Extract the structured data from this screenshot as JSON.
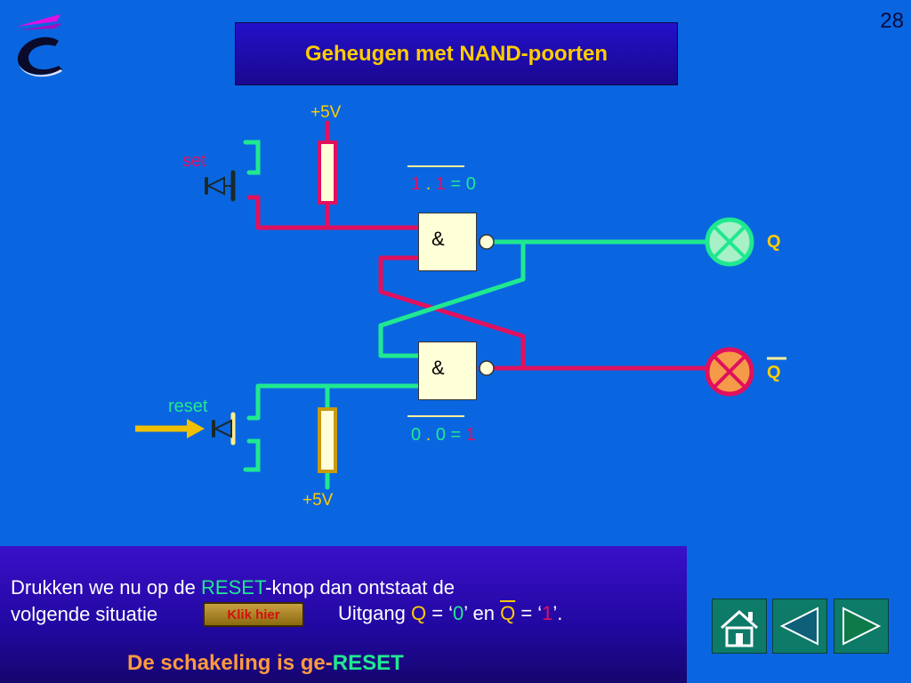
{
  "page": {
    "number": "28"
  },
  "title": "Geheugen met NAND-poorten",
  "diagram": {
    "supply_top": "+5V",
    "supply_bottom": "+5V",
    "set_label": "set",
    "reset_label": "reset",
    "gate_symbol": "&",
    "eq_top": {
      "a": "1",
      "dot": ".",
      "b": "1",
      "eq": "=",
      "result": "0"
    },
    "eq_bottom": {
      "a": "0",
      "dot": ".",
      "b": "0",
      "eq": "=",
      "result": "1"
    },
    "output_q": "Q",
    "output_qbar": "Q",
    "colors": {
      "wire_high": "#e0105e",
      "wire_low": "#20e890",
      "lamp_on": "#f59a48",
      "lamp_off": "#a8f0c8",
      "yellow_text": "#ffcc00"
    }
  },
  "bottom": {
    "line1_pre": "Drukken we nu op de ",
    "line1_reset": "RESET",
    "line1_post": "-knop dan ontstaat de",
    "line2_pre": "volgende situatie",
    "button_label": "Klik hier",
    "uitgang_label": "Uitgang ",
    "q": "Q",
    "eq1": " = ‘",
    "q_value": "0",
    "q_end": "’ en ",
    "qbar": "Q",
    "eq2": " = ‘",
    "qbar_value": "1",
    "qbar_end": "’.",
    "conclusion_pre": "De schakeling is ge-",
    "conclusion_reset": "RESET"
  },
  "nav": {
    "home": "home-icon",
    "prev": "triangle-left-icon",
    "next": "triangle-right-icon"
  }
}
